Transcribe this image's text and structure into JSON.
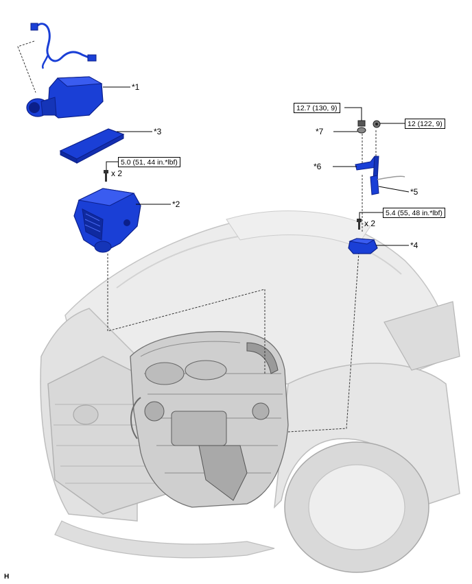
{
  "callouts": {
    "c1": "*1",
    "c2": "*2",
    "c3": "*3",
    "c4": "*4",
    "c5": "*5",
    "c6": "*6",
    "c7": "*7"
  },
  "torque_specs": {
    "t1": "5.0 (51, 44 in.*lbf)",
    "t2": "12.7 (130, 9)",
    "t3": "12 (122, 9)",
    "t4": "5.4 (55, 48 in.*lbf)"
  },
  "quantities": {
    "q1": "x 2",
    "q2": "x 2"
  },
  "figure_code": "H",
  "colors": {
    "part_blue": "#1a3fd6",
    "part_blue_dark": "#0b1f8a",
    "car_gray": "#e6e6e6",
    "car_line": "#b8b8b8",
    "engine_gray": "#cfcfcf",
    "engine_dark": "#6e6e6e"
  }
}
